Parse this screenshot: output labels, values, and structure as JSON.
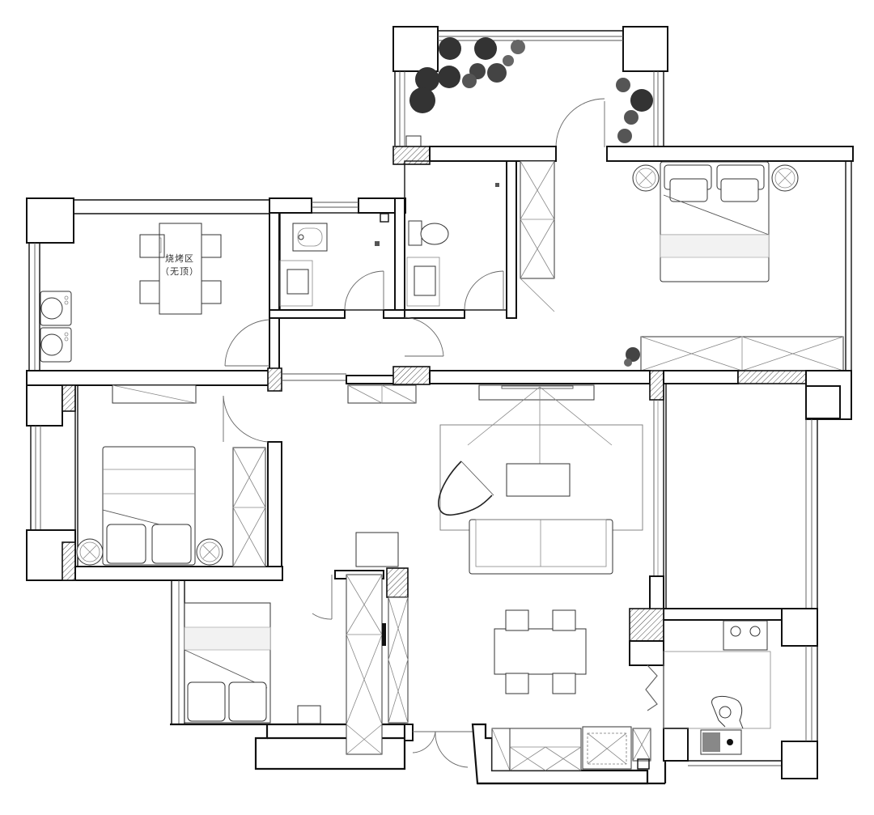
{
  "plan": {
    "rooms": [
      {
        "id": "bbq-area",
        "label": "烧烤区",
        "sublabel": "（无顶）"
      },
      {
        "id": "bathroom-1",
        "label": ""
      },
      {
        "id": "bathroom-2",
        "label": ""
      },
      {
        "id": "master-bedroom",
        "label": ""
      },
      {
        "id": "balcony-garden",
        "label": ""
      },
      {
        "id": "bedroom-west",
        "label": ""
      },
      {
        "id": "bedroom-south",
        "label": ""
      },
      {
        "id": "living-room",
        "label": ""
      },
      {
        "id": "dining-area",
        "label": ""
      },
      {
        "id": "kitchen",
        "label": ""
      },
      {
        "id": "east-balcony",
        "label": ""
      }
    ],
    "colors": {
      "wall": "#111111",
      "furniture": "#333333",
      "background": "#ffffff",
      "plants": "#222222"
    }
  }
}
